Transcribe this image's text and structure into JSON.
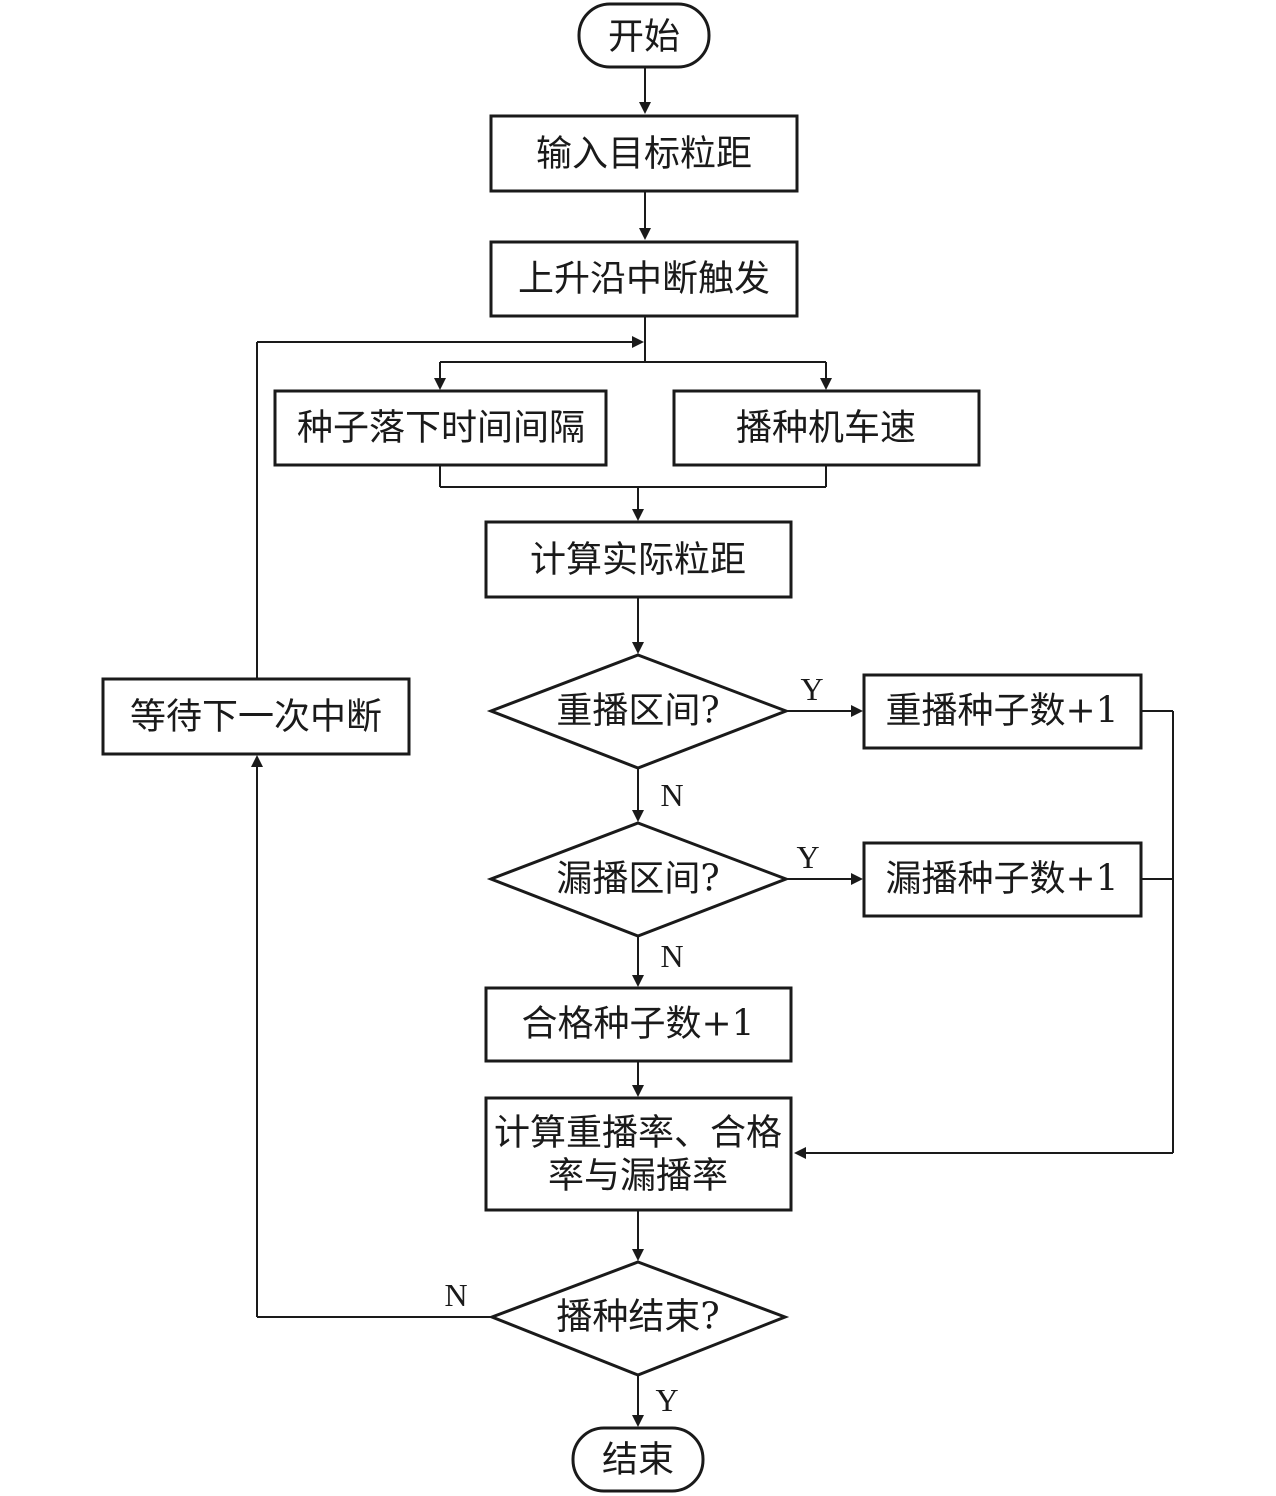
{
  "nodes": {
    "start": "开始",
    "input_target": "输入目标粒距",
    "rising_edge": "上升沿中断触发",
    "fall_interval": "种子落下时间间隔",
    "seeder_speed": "播种机车速",
    "calc_actual": "计算实际粒距",
    "replant_q": "重播区间?",
    "replant_count": "重播种子数+1",
    "miss_q": "漏播区间?",
    "miss_count": "漏播种子数+1",
    "qualified_count": "合格种子数+1",
    "calc_rates_line1": "计算重播率、合格",
    "calc_rates_line2": "率与漏播率",
    "end_q": "播种结束?",
    "wait_next": "等待下一次中断",
    "end": "结束"
  },
  "edge_labels": {
    "replant_yes": "Y",
    "replant_no": "N",
    "miss_yes": "Y",
    "miss_no": "N",
    "end_no": "N",
    "end_yes": "Y"
  }
}
